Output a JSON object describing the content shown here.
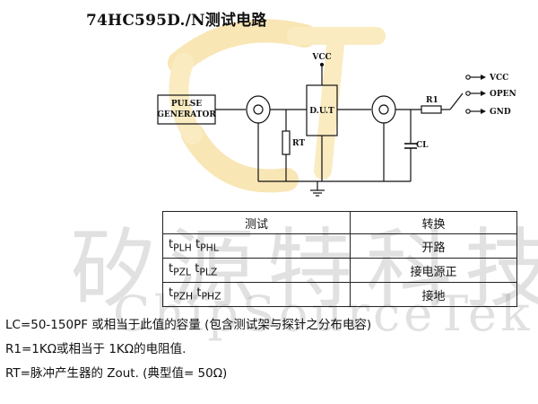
{
  "title": "74HC595D./N测试电路",
  "watermark": {
    "cn": "矽源特科技",
    "en": "ChipSourceTek"
  },
  "diagram": {
    "pulse_gen_line1": "PULSE",
    "pulse_gen_line2": "GENERATOR",
    "dut": "D.U.T",
    "vcc_top": "VCC",
    "rt": "RT",
    "r1": "R1",
    "cl": "CL",
    "sw_vcc": "VCC",
    "sw_open": "OPEN",
    "sw_gnd": "GND"
  },
  "table": {
    "headers": [
      "测试",
      "转换"
    ],
    "rows": [
      {
        "test_a": "t",
        "sub_a": "PLH",
        "test_b": "t",
        "sub_b": "PHL",
        "switch": "开路"
      },
      {
        "test_a": "t",
        "sub_a": "PZL",
        "test_b": "t",
        "sub_b": "PLZ",
        "switch": "接电源正"
      },
      {
        "test_a": "t",
        "sub_a": "PZH",
        "test_b": "t",
        "sub_b": "PHZ",
        "switch": "接地"
      }
    ]
  },
  "notes": [
    "LC=50-150PF 或相当于此值的容量 (包含测试架与探针之分布电容)",
    "R1=1KΩ或相当于 1KΩ的电阻值.",
    "RT=脉冲产生器的 Zout. (典型值= 50Ω)"
  ]
}
